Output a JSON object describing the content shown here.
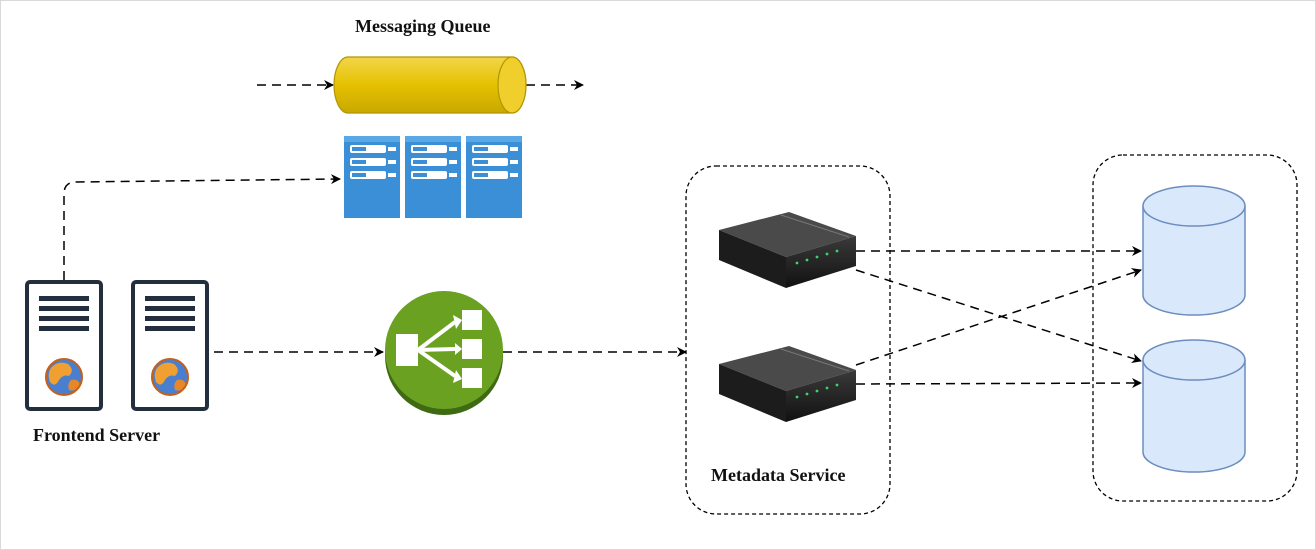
{
  "labels": {
    "messaging_queue": "Messaging Queue",
    "frontend_server": "Frontend Server",
    "metadata_service": "Metadata Service"
  },
  "colors": {
    "queue_fill": "#e5c100",
    "queue_stroke": "#b39500",
    "server_blue": "#3b8fd6",
    "load_balancer_green": "#6aa121",
    "database_fill": "#dae8fc",
    "database_stroke": "#6c8ebf",
    "edge": "#000000"
  },
  "icons": {
    "frontend_server": "web-server-icon",
    "queue": "cylinder-queue-icon",
    "workers": "server-rack-icon",
    "load_balancer": "load-balancer-icon",
    "metadata_node": "network-box-icon",
    "database": "database-cylinder-icon"
  }
}
